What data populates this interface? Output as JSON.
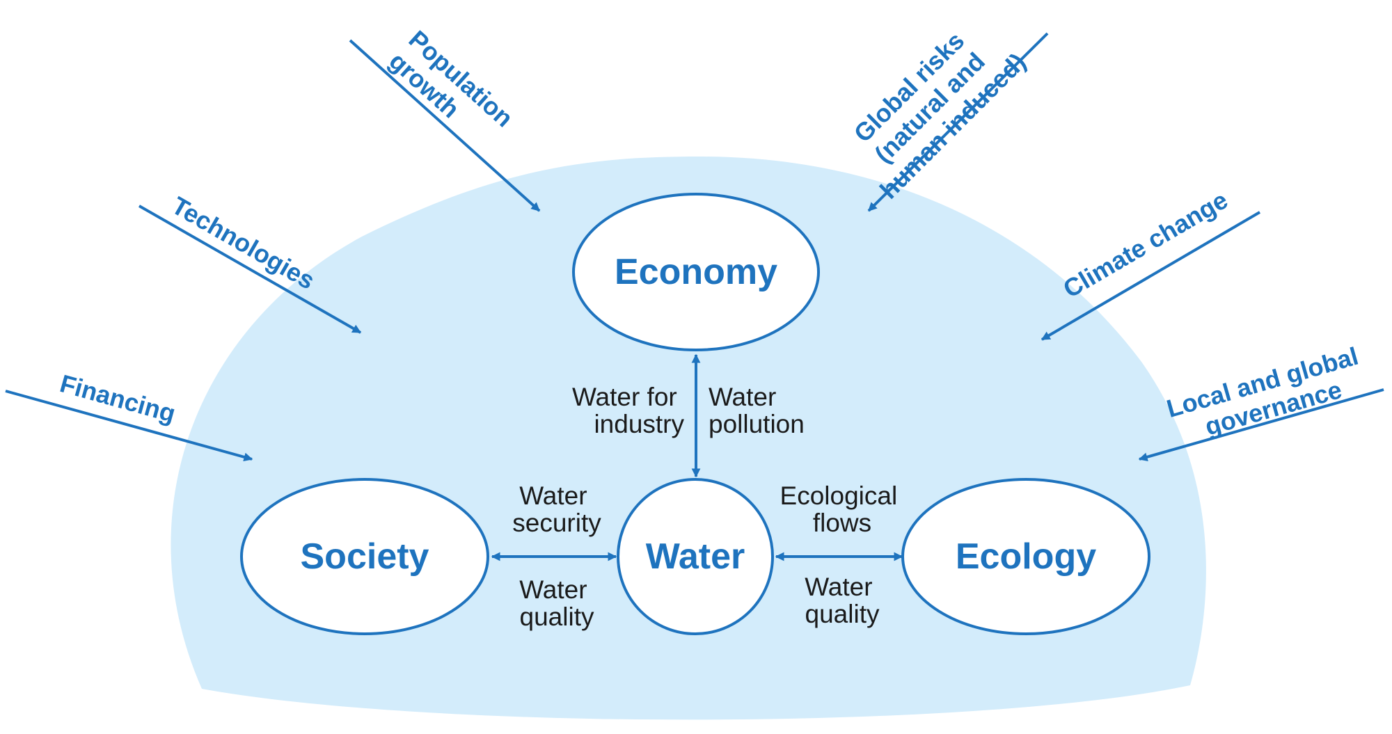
{
  "colors": {
    "accent": "#1e73be",
    "domain_fill": "#d3ecfb",
    "node_fill": "#ffffff",
    "relation_text": "#1a1a1a"
  },
  "nodes": {
    "economy": "Economy",
    "society": "Society",
    "water": "Water",
    "ecology": "Ecology"
  },
  "relations": {
    "economy_water": {
      "left": [
        "Water for",
        "industry"
      ],
      "right": [
        "Water",
        "pollution"
      ]
    },
    "society_water": {
      "top": [
        "Water",
        "security"
      ],
      "bottom": [
        "Water",
        "quality"
      ]
    },
    "water_ecology": {
      "top": [
        "Ecological",
        "flows"
      ],
      "bottom": [
        "Water",
        "quality"
      ]
    }
  },
  "drivers": {
    "financing": [
      "Financing"
    ],
    "technologies": [
      "Technologies"
    ],
    "population_growth": [
      "Population",
      "growth"
    ],
    "global_risks": [
      "Global risks",
      "(natural and",
      "human induced)"
    ],
    "climate_change": [
      "Climate change"
    ],
    "governance": [
      "Local and global",
      "governance"
    ]
  }
}
